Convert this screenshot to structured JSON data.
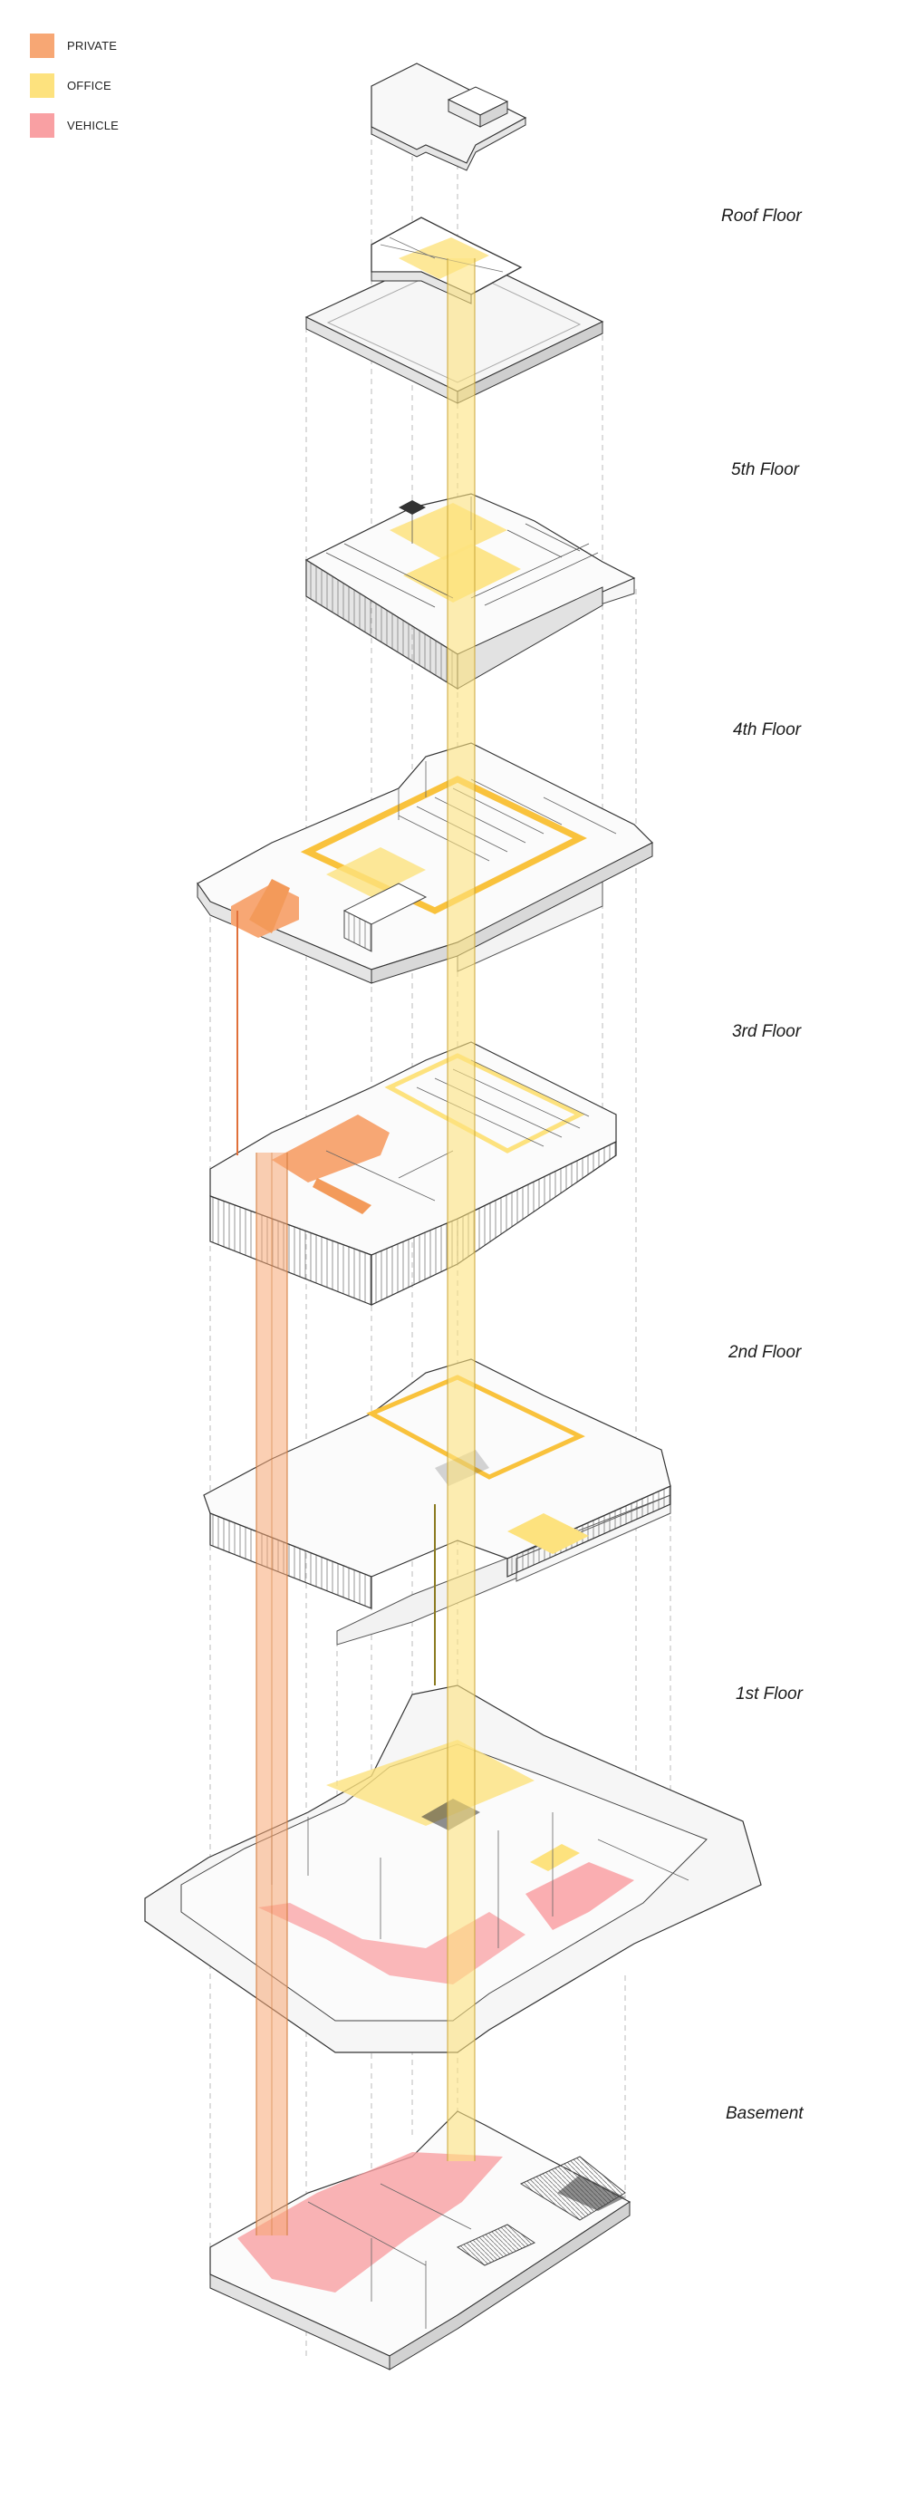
{
  "legend": [
    {
      "label": "PRIVATE",
      "color": "#f7a774"
    },
    {
      "label": "OFFICE",
      "color": "#fde27e"
    },
    {
      "label": "VEHICLE",
      "color": "#f9a0a3"
    }
  ],
  "floors": {
    "roof": "Roof Floor",
    "fifth": "5th Floor",
    "fourth": "4th Floor",
    "third": "3rd Floor",
    "second": "2nd Floor",
    "first": "1st Floor",
    "basement": "Basement"
  },
  "colors": {
    "private": "#f7a774",
    "office": "#fde27e",
    "office_strong": "#f9c23c",
    "vehicle": "#f9a0a3",
    "line": "#333333",
    "slab_fill": "#f7f7f7",
    "wall": "#555555"
  }
}
